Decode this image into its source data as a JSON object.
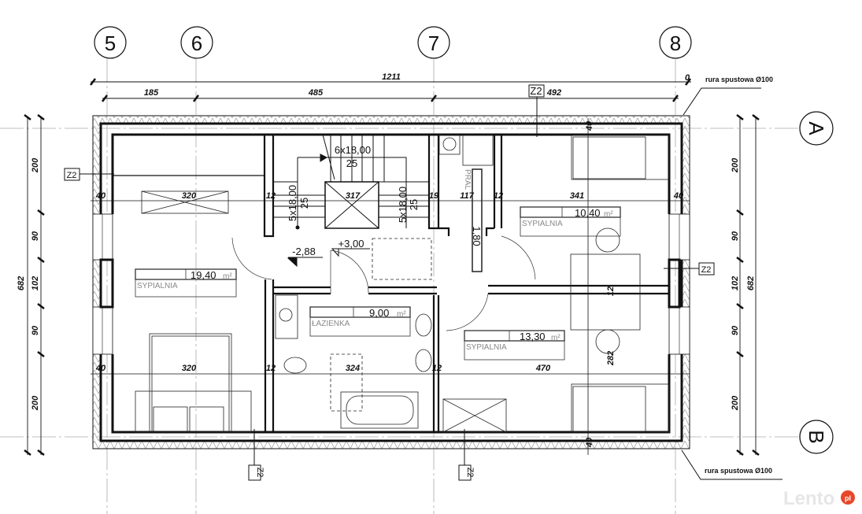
{
  "axes": {
    "columns": [
      "5",
      "6",
      "7",
      "8"
    ],
    "rows": [
      "A",
      "B"
    ]
  },
  "dimensions": {
    "overall_width": "1211",
    "top_end": "0",
    "top_segments": [
      "185",
      "485",
      "492"
    ],
    "side_segments": [
      "200",
      "90",
      "102",
      "90",
      "200"
    ],
    "overall_height": "682",
    "upper_row": [
      "40",
      "320",
      "12",
      "317",
      "19",
      "117",
      "12",
      "341",
      "40"
    ],
    "lower_row": [
      "40",
      "320",
      "12",
      "324",
      "12",
      "470"
    ],
    "wall_top": "40",
    "wall_bottom": "40",
    "desk_depth": "282",
    "divider_wall": "12"
  },
  "stairs": {
    "top_flight": "6x18,00",
    "top_tread": "25",
    "left_flight": "5x18,00",
    "left_tread": "25",
    "right_flight": "5x18,00",
    "right_tread": "25"
  },
  "levels": {
    "lower": "-2,88",
    "upper": "+3,00"
  },
  "rooms": [
    {
      "name": "SYPIALNIA",
      "area": "19,40",
      "unit": "m²"
    },
    {
      "name": "ŁAZIENKA",
      "area": "9,00",
      "unit": "m²"
    },
    {
      "name": "SYPIALNIA",
      "area": "13,30",
      "unit": "m²"
    },
    {
      "name": "SYPIALNIA",
      "area": "10,40",
      "unit": "m²"
    },
    {
      "name": "PRAL",
      "area": "1,80",
      "unit": "m²"
    }
  ],
  "markers": {
    "z": "Z2"
  },
  "notes": {
    "downpipe": "rura spustowa Ø100"
  },
  "watermark": {
    "brand": "Lento",
    "suffix": "pl"
  },
  "colors": {
    "line": "#111111",
    "watermark_accent": "#e8462a"
  }
}
